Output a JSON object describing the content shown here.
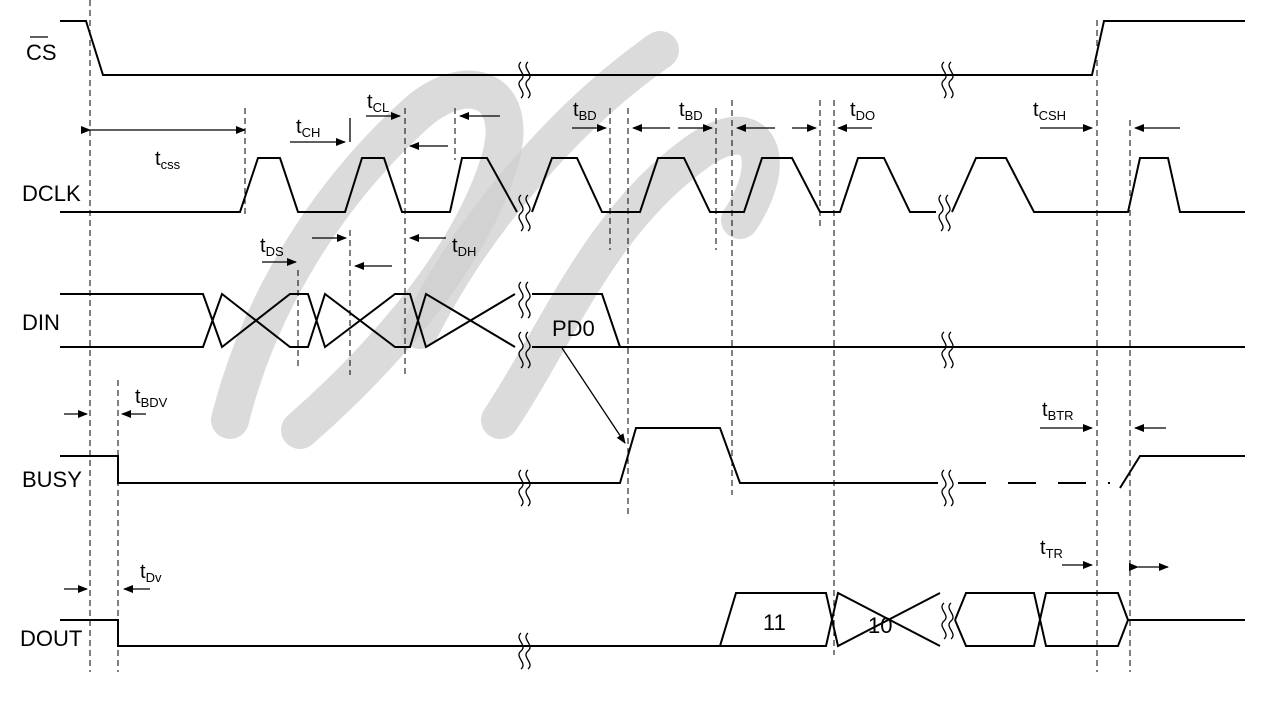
{
  "signals": {
    "cs": "CS",
    "dclk": "DCLK",
    "din": "DIN",
    "busy": "BUSY",
    "dout": "DOUT"
  },
  "data_labels": {
    "pd0": "PD0",
    "bit11": "11",
    "bit10": "10"
  },
  "timing": {
    "t_css": {
      "main": "t",
      "sub": "css"
    },
    "t_ch": {
      "main": "t",
      "sub": "CH"
    },
    "t_cl": {
      "main": "t",
      "sub": "CL"
    },
    "t_bd_1": {
      "main": "t",
      "sub": "BD"
    },
    "t_bd_2": {
      "main": "t",
      "sub": "BD"
    },
    "t_do": {
      "main": "t",
      "sub": "DO"
    },
    "t_csh": {
      "main": "t",
      "sub": "CSH"
    },
    "t_ds": {
      "main": "t",
      "sub": "DS"
    },
    "t_dh": {
      "main": "t",
      "sub": "DH"
    },
    "t_bdv": {
      "main": "t",
      "sub": "BDV"
    },
    "t_btr": {
      "main": "t",
      "sub": "BTR"
    },
    "t_dv": {
      "main": "t",
      "sub": "Dv"
    },
    "t_tr": {
      "main": "t",
      "sub": "TR"
    }
  }
}
